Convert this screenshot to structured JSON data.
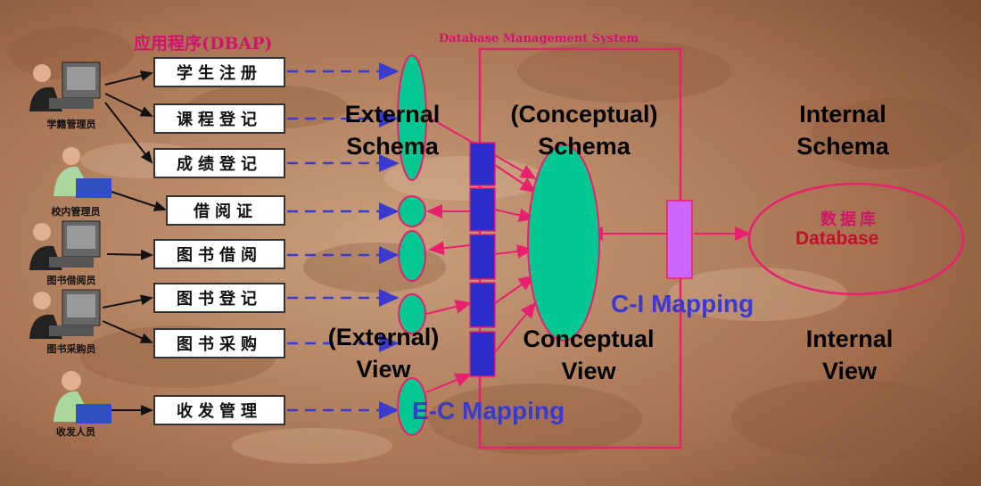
{
  "app_title": "应用程序(DBAP)",
  "dbms_title": "Database Management System",
  "roles": [
    "学籍管理员",
    "校内管理员",
    "图书借阅员",
    "图书采购员",
    "收发人员"
  ],
  "apps": [
    "学生注册",
    "课程登记",
    "成绩登记",
    "借阅证",
    "图书借阅",
    "图书登记",
    "图书采购",
    "收发管理"
  ],
  "labels": {
    "external_schema": [
      "External",
      "Schema"
    ],
    "conceptual_schema": [
      "(Conceptual)",
      "Schema"
    ],
    "internal_schema": [
      "Internal",
      "Schema"
    ],
    "external_view": [
      "(External)",
      "View"
    ],
    "conceptual_view": [
      "Conceptual",
      "View"
    ],
    "internal_view": [
      "Internal",
      "View"
    ],
    "ci_mapping": "C-I Mapping",
    "ec_mapping": "E-C Mapping"
  },
  "database": {
    "cn": "数据库",
    "en": "Database"
  },
  "colors": {
    "accent_pink": "#e8206e",
    "ellipse_green": "#00c890",
    "mapping_blue": "#2c2cc8",
    "ci_box": "#cc66ff",
    "label_blue": "#3a3ad0",
    "dashed_arrow": "#3a3ad0"
  }
}
